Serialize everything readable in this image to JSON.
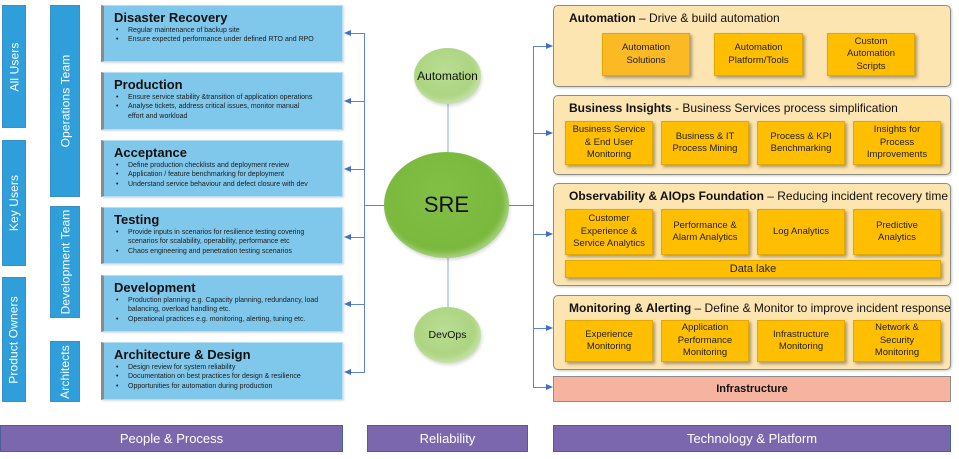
{
  "roles": {
    "audience": [
      {
        "label": "All Users"
      },
      {
        "label": "Key Users"
      },
      {
        "label": "Product Owners"
      }
    ],
    "teams": [
      {
        "label": "Operations Team"
      },
      {
        "label": "Development Team"
      },
      {
        "label": "Architects"
      }
    ]
  },
  "practices": [
    {
      "title": "Disaster Recovery",
      "bullets": [
        "Regular maintenance of backup site",
        "Ensure expected performance under defined RTO and RPO"
      ]
    },
    {
      "title": "Production",
      "bullets": [
        "Ensure service stability &transition of application operations",
        "Analyse tickets, address critical issues, monitor manual effort and workload"
      ]
    },
    {
      "title": "Acceptance",
      "bullets": [
        "Define production checklists and deployment review",
        "Application / feature benchmarking for deployment",
        "Understand service behaviour and defect closure with dev"
      ]
    },
    {
      "title": "Testing",
      "bullets": [
        "Provide inputs in scenarios for resilience testing covering scenarios for scalability, operability, performance etc",
        "Chaos engineering and penetration testing scenarios"
      ]
    },
    {
      "title": "Development",
      "bullets": [
        "Production planning e.g. Capacity planning, redundancy, load balancing, overload handling etc.",
        "Operational practices e.g. monitoring, alerting, tuning etc."
      ]
    },
    {
      "title": "Architecture & Design",
      "bullets": [
        "Design review for system reliability",
        "Documentation on best practices for design & resilience",
        "Opportunities for automation during production"
      ]
    }
  ],
  "center": {
    "top": "Automation",
    "main": "SRE",
    "bottom": "DevOps"
  },
  "technology": {
    "groups": [
      {
        "title": "Automation",
        "separator": " – ",
        "subtitle": "Drive & build automation",
        "items": [
          "Automation\nSolutions",
          "Automation\nPlatform/Tools",
          "Custom\nAutomation\nScripts"
        ]
      },
      {
        "title": "Business Insights",
        "separator": " - ",
        "subtitle": "Business Services process simplification",
        "items": [
          "Business Service\n& End User\nMonitoring",
          "Business & IT\nProcess Mining",
          "Process & KPI\nBenchmarking",
          "Insights for\nProcess\nImprovements"
        ]
      },
      {
        "title": "Observability & AIOps Foundation",
        "separator": "  – ",
        "subtitle": "Reducing incident recovery time",
        "items": [
          "Customer\nExperience &\nService Analytics",
          "Performance &\nAlarm Analytics",
          "Log Analytics",
          "Predictive\nAnalytics"
        ],
        "base": "Data lake"
      },
      {
        "title": "Monitoring & Alerting",
        "separator": " – ",
        "subtitle": "Define & Monitor to improve incident response",
        "items": [
          "Experience\nMonitoring",
          "Application\nPerformance\nMonitoring",
          "Infrastructure\nMonitoring",
          "Network &\nSecurity\nMonitoring"
        ]
      }
    ],
    "infrastructure": "Infrastructure"
  },
  "footer": {
    "left": "People & Process",
    "middle": "Reliability",
    "right": "Technology & Platform"
  },
  "colors": {
    "role_bar": "#2f9fdc",
    "practice_box": "#7fc8ec",
    "sre": "#79b83c",
    "satellite": "#a9d27c",
    "group_bg": "#fde5b2",
    "tile": "#ffbf00",
    "infrastructure": "#f5b3a0",
    "footer": "#7b67ae",
    "connector": "#5b86cf"
  }
}
